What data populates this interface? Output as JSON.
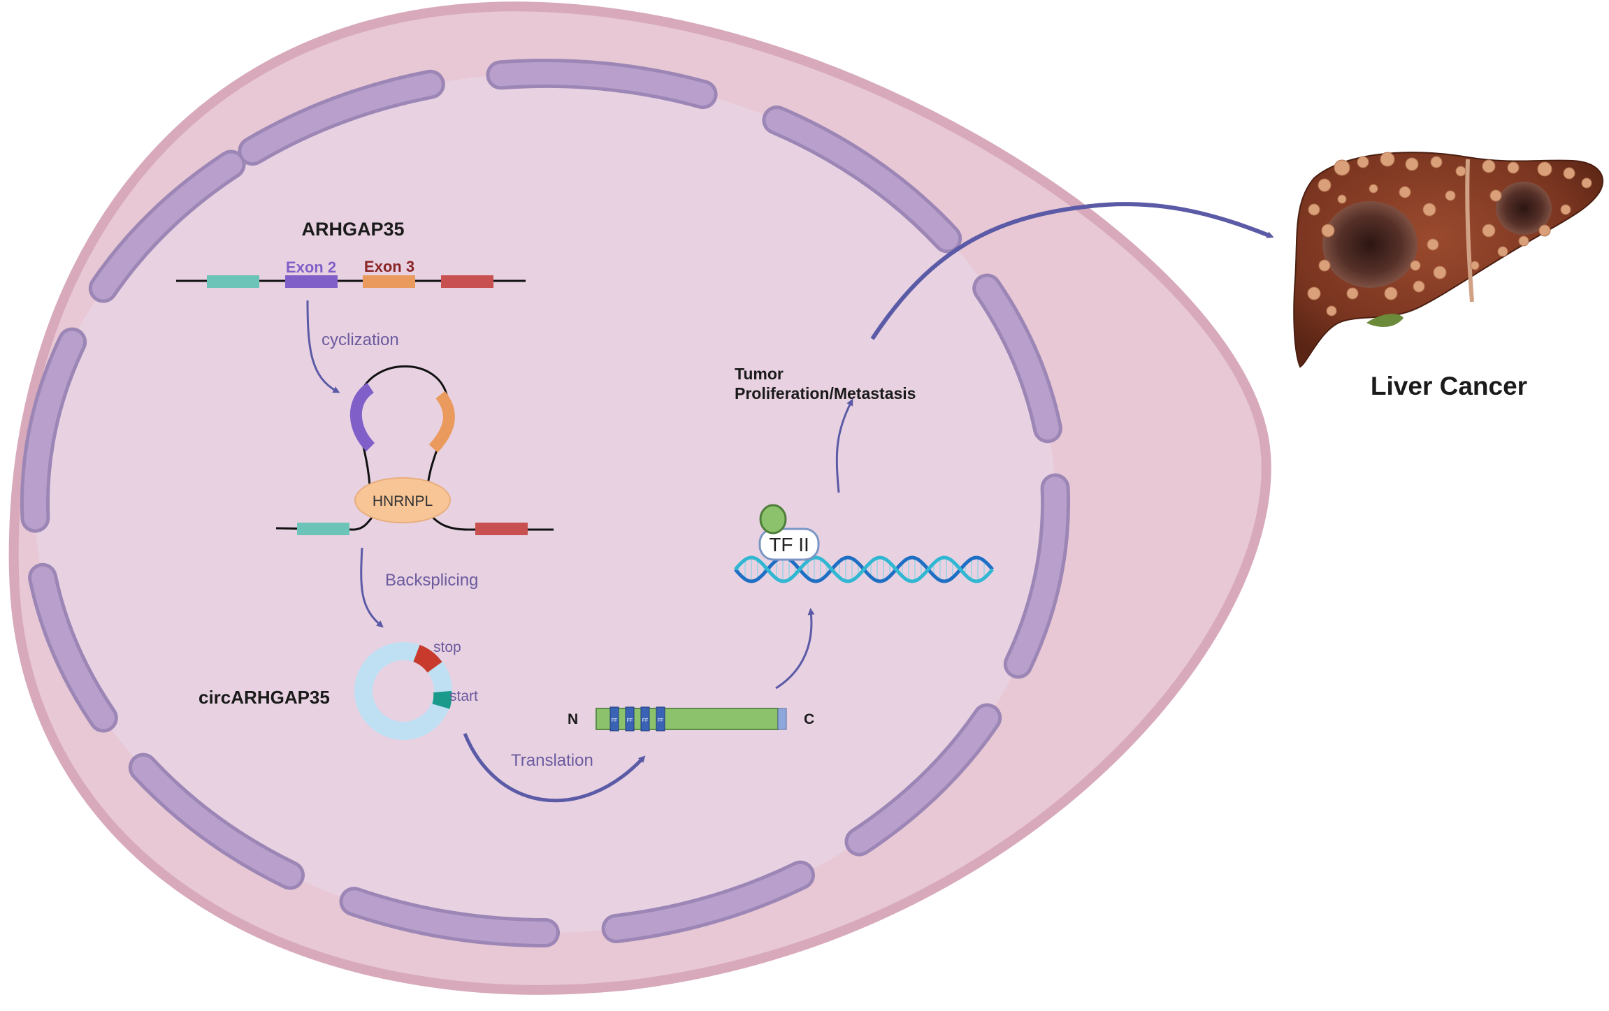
{
  "gene": {
    "name": "ARHGAP35",
    "exon2": "Exon 2",
    "exon3": "Exon 3"
  },
  "steps": {
    "cyclization": "cyclization",
    "backsplicing": "Backsplicing",
    "translation": "Translation"
  },
  "protein_binding": "HNRNPL",
  "circ": {
    "name": "circARHGAP35",
    "stop": "stop",
    "start": "start"
  },
  "peptide": {
    "n_term": "N",
    "c_term": "C",
    "domain_labels": [
      "FF",
      "FF",
      "FF",
      "FF"
    ]
  },
  "tf": {
    "label": "TF II"
  },
  "outcome": {
    "line1": "Tumor",
    "line2": "Proliferation/Metastasis"
  },
  "organ": {
    "label": "Liver Cancer"
  },
  "colors": {
    "cell_outer": "#e6c1cf",
    "cell_border": "#d3a5b8",
    "nucleus_fill": "#e6cfe1",
    "envelope": "#b79fc8",
    "exon_teal": "#6cc3b8",
    "exon2_purple": "#8060c8",
    "exon3_orange": "#e99a5c",
    "exon_red": "#c85050",
    "hnrnpl": "#f8c597",
    "arrow": "#5a5aa6",
    "liver": "#7a3520",
    "dna_blue": "#1e6fc4",
    "dna_cyan": "#31b7d2",
    "peptide_green": "#8bc26b"
  }
}
